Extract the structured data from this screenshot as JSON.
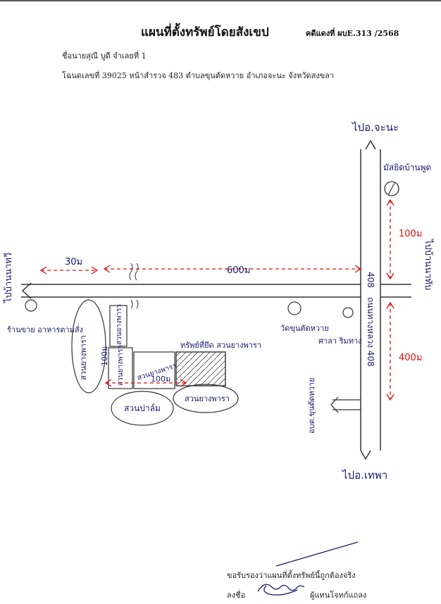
{
  "header": {
    "title": "แผนที่ตั้งทรัพย์โดยสังเขป",
    "case_no": "คดีแดงที่ ผบE.313 /2568",
    "owner_line": "ชื่อนายสุณี บูดี จำเลยที่ 1",
    "deed_line": "โฉนดเลขที่ 39025 หน้าสำรวจ 483 ตำบลขุนตัดหวาย อำเภอจะนะ จังหวัดสงขลา"
  },
  "map": {
    "to_chana": "ไปอ.จะนะ",
    "to_thepha": "ไปอ.เทพา",
    "to_ban_na_thawi": "ไปบ้านนาทวี",
    "to_na_thap": "ไปบ้านนาทับ",
    "mosque": "มัสยิดบ้านพูด",
    "dist_north": "100ม",
    "dist_west": "30ม",
    "dist_main": "600ม",
    "dist_south": "400ม",
    "dist_plot": "100ม",
    "road_vertical": "ถนนทางหลวง 408",
    "road_code": "408",
    "shop": "ร้านขาย อาหารตามสั่ง",
    "temple": "วัดขุนตัดหวาย",
    "shrine": "ศาลา ริมทาง",
    "pc_left": "สวนยางพารา",
    "pc_small_top": "สวนยางพารา",
    "pc_small_bot": "สวนยางพารา",
    "pc_mid": "สวนยางพารา",
    "pc_right": "สวนยางพารา",
    "pc_palm": "สวนปาล์ม",
    "property": "ทรัพย์ที่ยึด สวนยางพารา",
    "school": "อบต.ขุนตัดหวาย"
  },
  "footer": {
    "certify": "ขอรับรองว่าแผนที่ตั้งทรัพย์นี้ถูกต้องจริง",
    "sign_label": "ลงชื่อ",
    "sign_role": "ผู้แทนโจทก์แถลง"
  },
  "colors": {
    "ink": "#1a1a6e",
    "distance": "#d11111",
    "hatch": "#333333"
  }
}
